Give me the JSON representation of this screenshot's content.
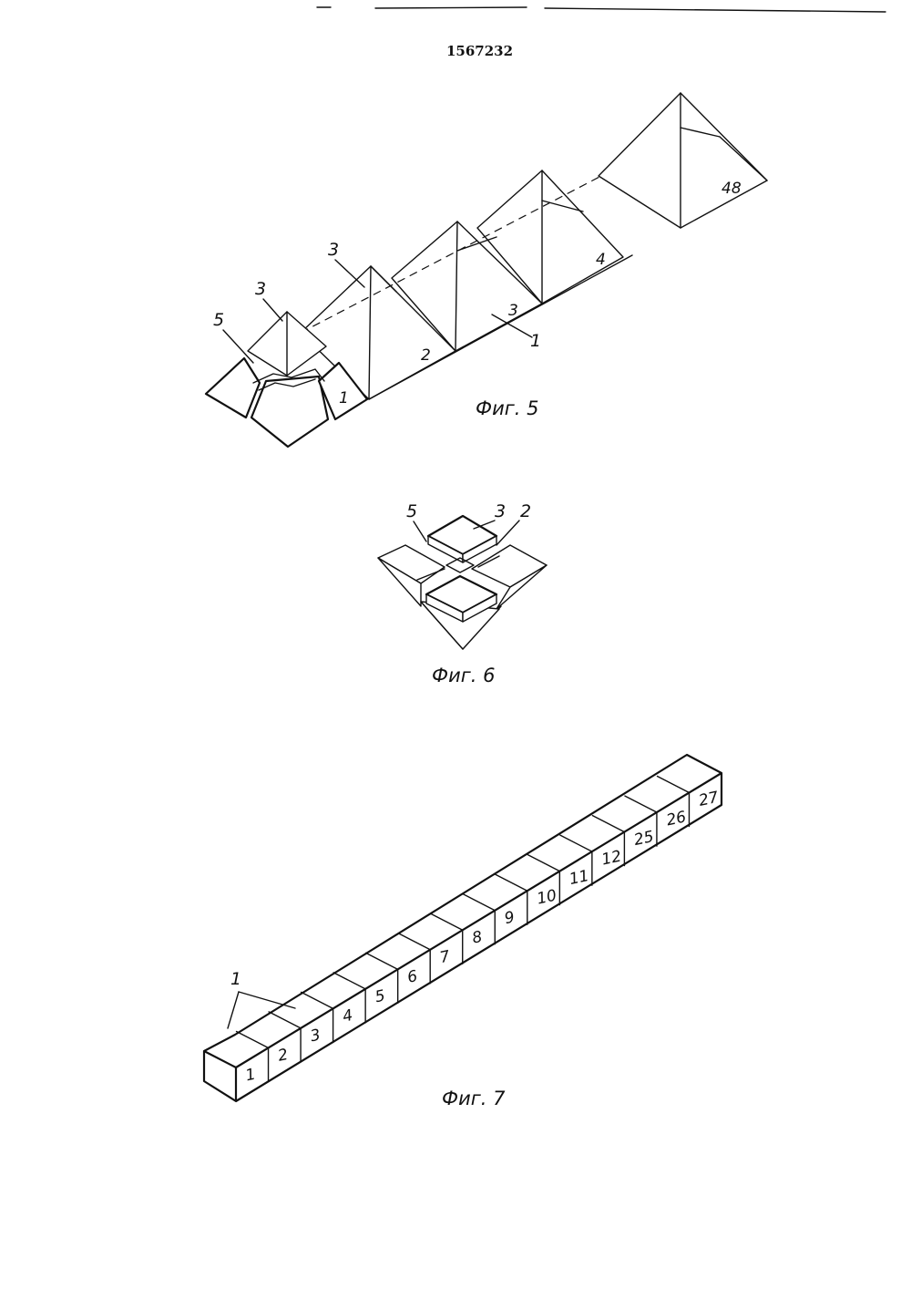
{
  "header": {
    "doc_number": "1567232"
  },
  "fig5": {
    "caption": "Фиг. 5",
    "labels": [
      "5",
      "3",
      "3",
      "1",
      "2",
      "3",
      "1",
      "4",
      "48"
    ]
  },
  "fig6": {
    "caption": "Фиг. 6",
    "labels": [
      "5",
      "3",
      "2"
    ]
  },
  "fig7": {
    "caption": "Фиг. 7",
    "part_label": "1",
    "cell_numbers": [
      "1",
      "2",
      "3",
      "4",
      "5",
      "6",
      "7",
      "8",
      "9",
      "10",
      "11",
      "12",
      "25",
      "26",
      "27"
    ]
  }
}
